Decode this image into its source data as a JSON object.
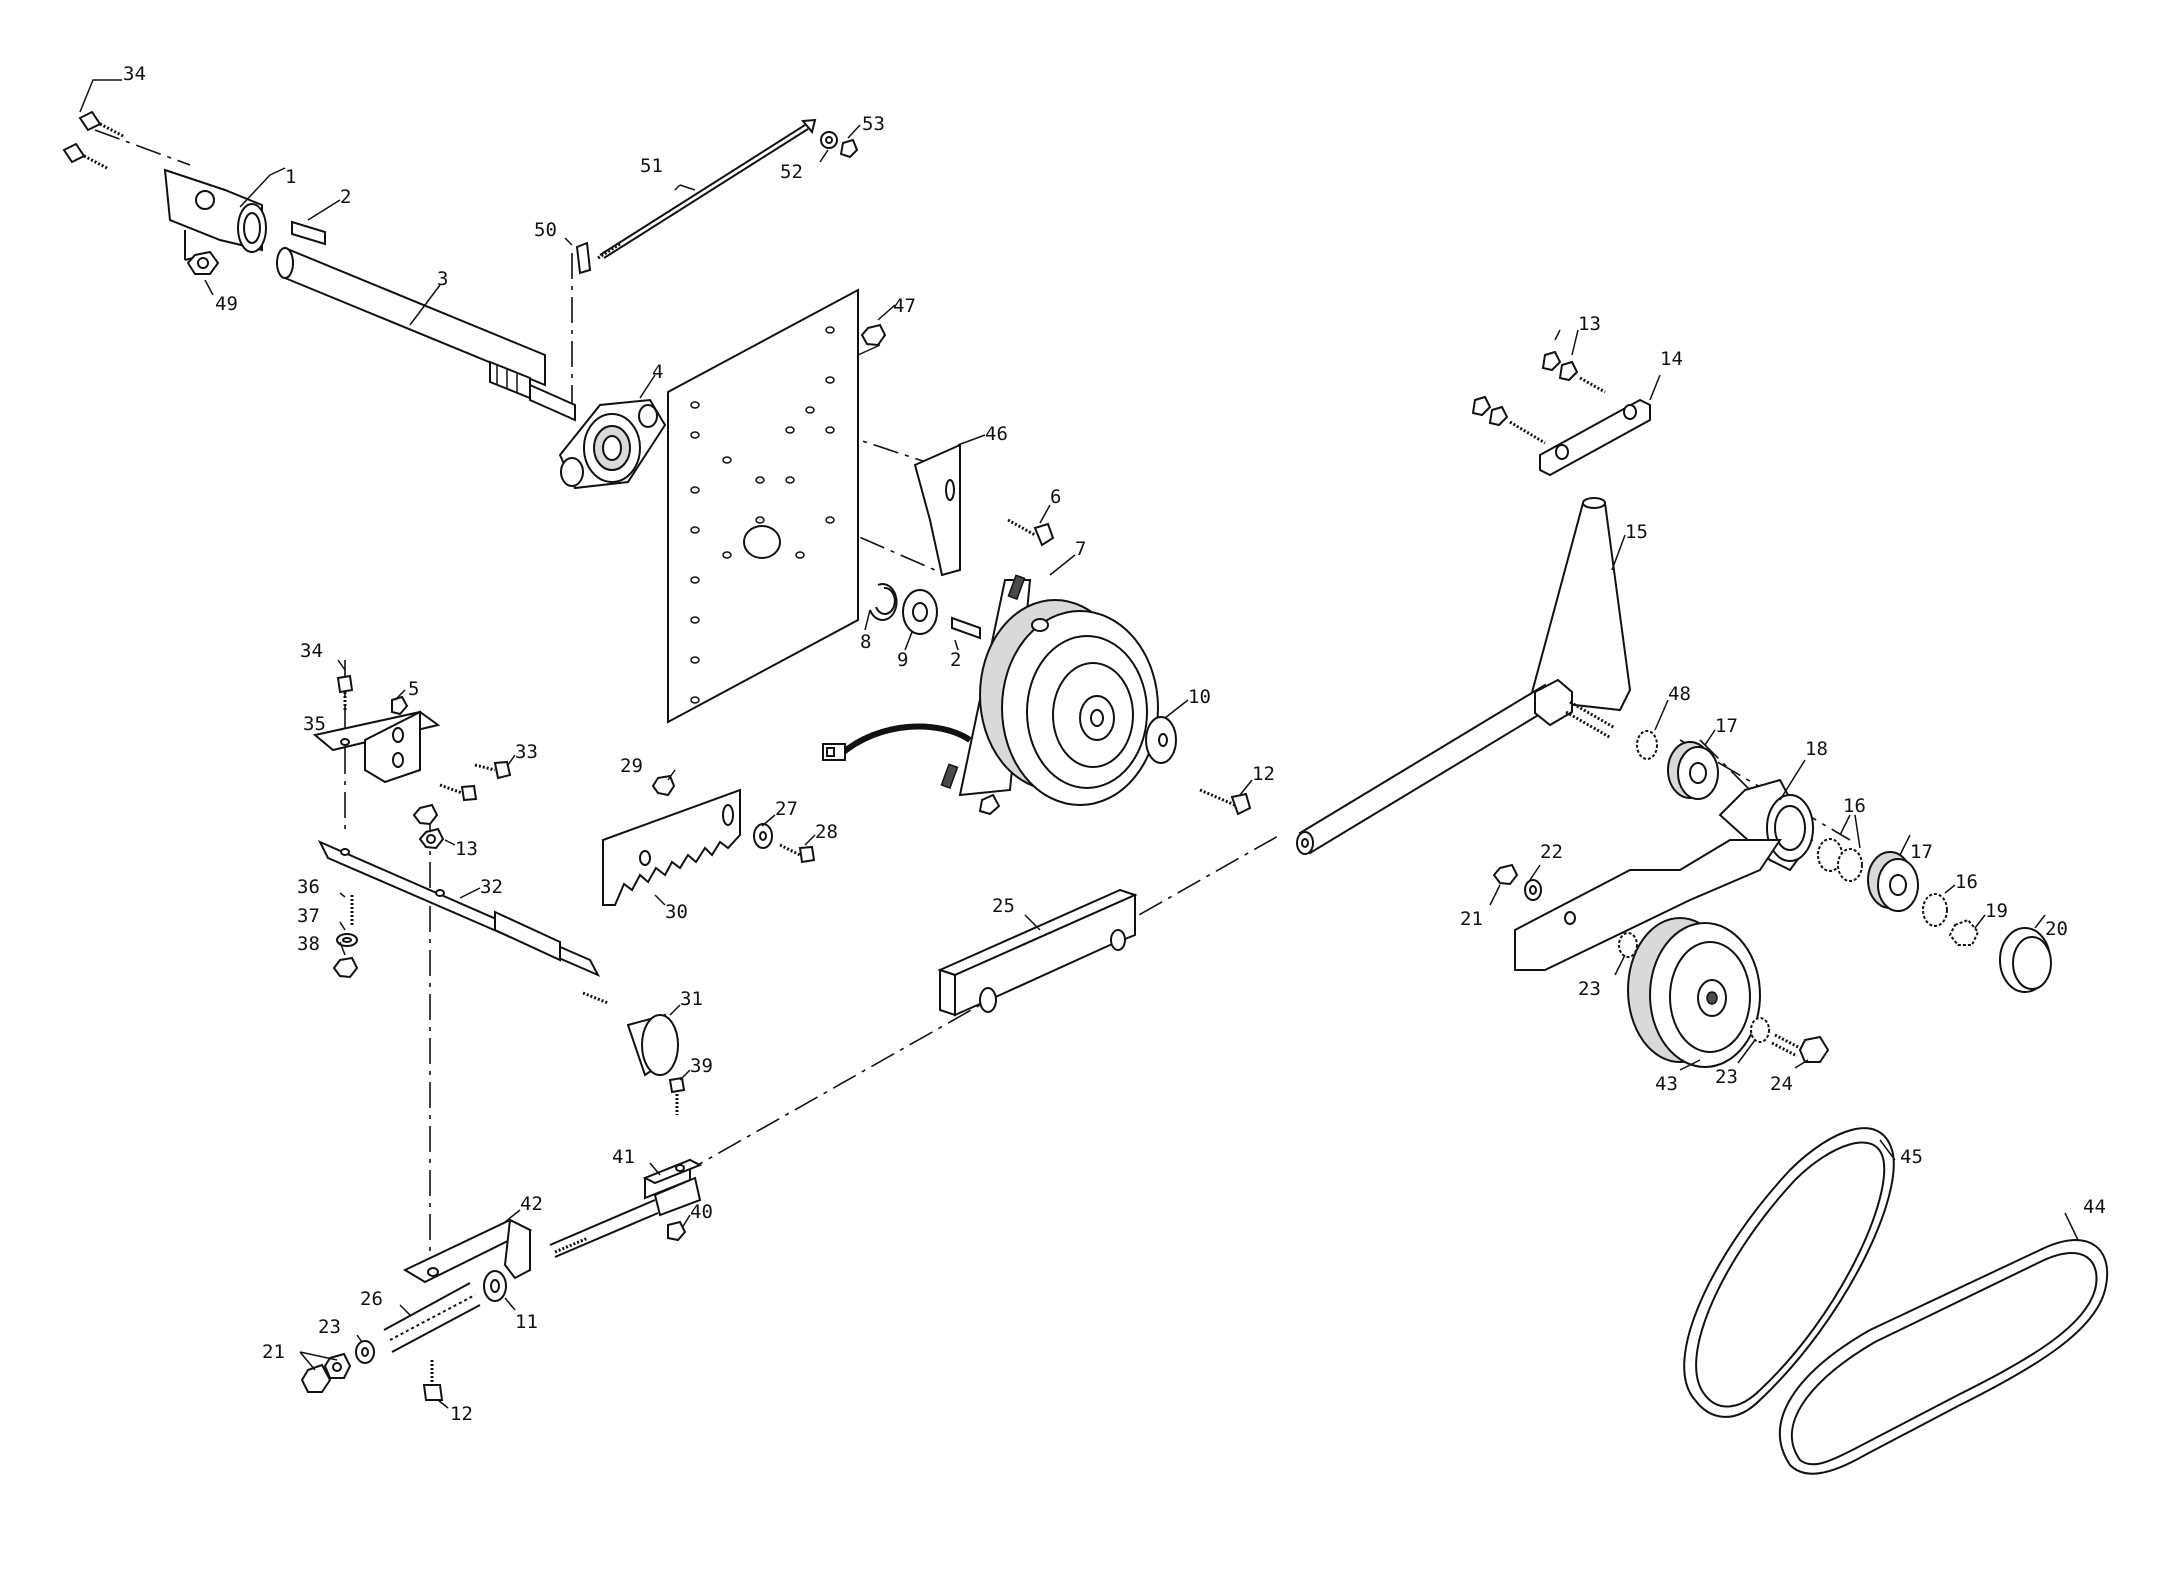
{
  "callouts": [
    {
      "id": "c34a",
      "text": "34"
    },
    {
      "id": "c1",
      "text": "1"
    },
    {
      "id": "c2a",
      "text": "2"
    },
    {
      "id": "c3",
      "text": "3"
    },
    {
      "id": "c49",
      "text": "49"
    },
    {
      "id": "c50",
      "text": "50"
    },
    {
      "id": "c51",
      "text": "51"
    },
    {
      "id": "c52",
      "text": "52"
    },
    {
      "id": "c53",
      "text": "53"
    },
    {
      "id": "c47",
      "text": "47"
    },
    {
      "id": "c4",
      "text": "4"
    },
    {
      "id": "c46",
      "text": "46"
    },
    {
      "id": "c6",
      "text": "6"
    },
    {
      "id": "c7",
      "text": "7"
    },
    {
      "id": "c8",
      "text": "8"
    },
    {
      "id": "c9",
      "text": "9"
    },
    {
      "id": "c2b",
      "text": "2"
    },
    {
      "id": "c10",
      "text": "10"
    },
    {
      "id": "c12a",
      "text": "12"
    },
    {
      "id": "c34b",
      "text": "34"
    },
    {
      "id": "c5",
      "text": "5"
    },
    {
      "id": "c35",
      "text": "35"
    },
    {
      "id": "c33",
      "text": "33"
    },
    {
      "id": "c13a",
      "text": "13"
    },
    {
      "id": "c29",
      "text": "29"
    },
    {
      "id": "c27",
      "text": "27"
    },
    {
      "id": "c28",
      "text": "28"
    },
    {
      "id": "c30",
      "text": "30"
    },
    {
      "id": "c36",
      "text": "36"
    },
    {
      "id": "c32",
      "text": "32"
    },
    {
      "id": "c37",
      "text": "37"
    },
    {
      "id": "c38",
      "text": "38"
    },
    {
      "id": "c31",
      "text": "31"
    },
    {
      "id": "c25",
      "text": "25"
    },
    {
      "id": "c39",
      "text": "39"
    },
    {
      "id": "c41",
      "text": "41"
    },
    {
      "id": "c40",
      "text": "40"
    },
    {
      "id": "c42",
      "text": "42"
    },
    {
      "id": "c26",
      "text": "26"
    },
    {
      "id": "c11",
      "text": "11"
    },
    {
      "id": "c23a",
      "text": "23"
    },
    {
      "id": "c21a",
      "text": "21"
    },
    {
      "id": "c12b",
      "text": "12"
    },
    {
      "id": "c13b",
      "text": "13"
    },
    {
      "id": "c14",
      "text": "14"
    },
    {
      "id": "c15",
      "text": "15"
    },
    {
      "id": "c48",
      "text": "48"
    },
    {
      "id": "c17a",
      "text": "17"
    },
    {
      "id": "c18",
      "text": "18"
    },
    {
      "id": "c16a",
      "text": "16"
    },
    {
      "id": "c17b",
      "text": "17"
    },
    {
      "id": "c16b",
      "text": "16"
    },
    {
      "id": "c19",
      "text": "19"
    },
    {
      "id": "c20",
      "text": "20"
    },
    {
      "id": "c21b",
      "text": "21"
    },
    {
      "id": "c22",
      "text": "22"
    },
    {
      "id": "c23b",
      "text": "23"
    },
    {
      "id": "c43",
      "text": "43"
    },
    {
      "id": "c23c",
      "text": "23"
    },
    {
      "id": "c24",
      "text": "24"
    },
    {
      "id": "c45",
      "text": "45"
    },
    {
      "id": "c44",
      "text": "44"
    }
  ]
}
